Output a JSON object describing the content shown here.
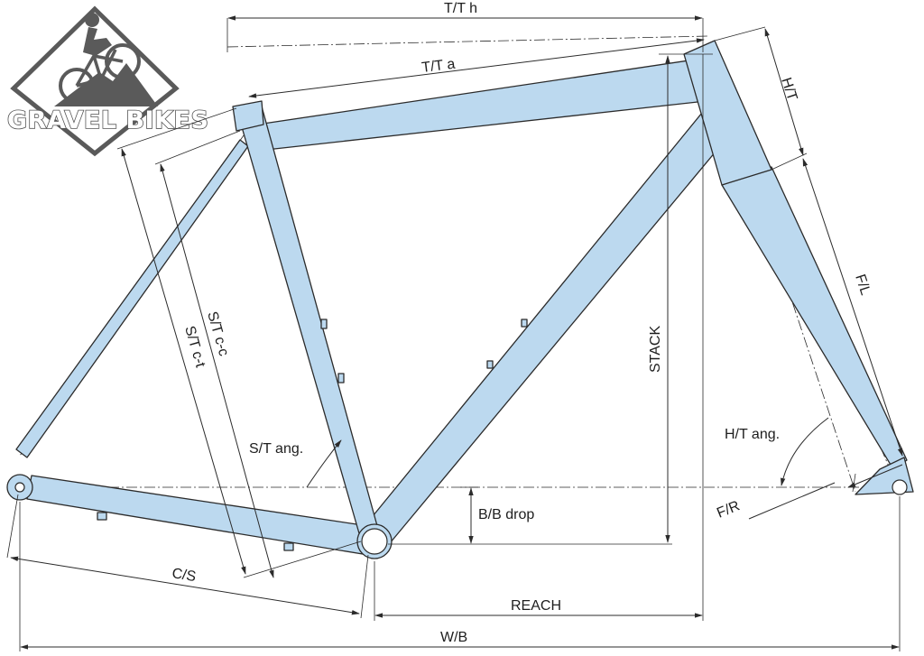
{
  "logo": {
    "text": "GRAVEL BIKES",
    "icon": "cyclist-mountain-icon"
  },
  "labels": {
    "tt_h": "T/T h",
    "tt_a": "T/T a",
    "ht": "H/T",
    "fl": "F/L",
    "stack": "STACK",
    "st_cc": "S/T c-c",
    "st_ct": "S/T c-t",
    "st_ang": "S/T ang.",
    "ht_ang": "H/T ang.",
    "fr": "F/R",
    "bb_drop": "B/B drop",
    "cs": "C/S",
    "reach": "REACH",
    "wb": "W/B"
  },
  "colors": {
    "tube_fill": "#bcd9ef",
    "line": "#2b2b2b",
    "logo_gray": "#555555"
  }
}
